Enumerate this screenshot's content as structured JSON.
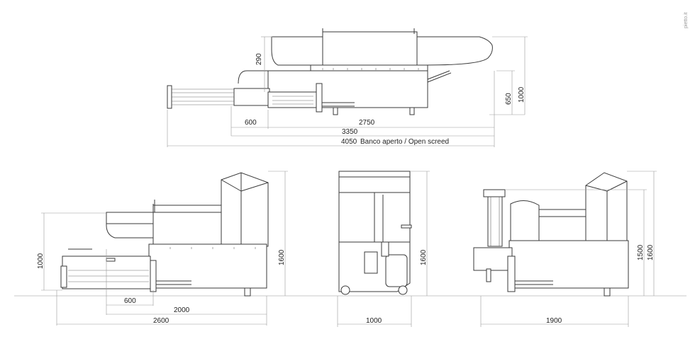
{
  "credit": "pietto.it",
  "top_view": {
    "dim_290": "290",
    "dim_650": "650",
    "dim_1000": "1000",
    "dim_600": "600",
    "dim_2750": "2750",
    "dim_3350": "3350",
    "dim_4050": "4050",
    "dim_4050_note": "Banco aperto / Open screed"
  },
  "side_view": {
    "dim_1000": "1000",
    "dim_1600": "1600",
    "dim_600": "600",
    "dim_2000": "2000",
    "dim_2600": "2600"
  },
  "front_view": {
    "dim_1600": "1600",
    "dim_1000": "1000"
  },
  "rear_view": {
    "dim_1500": "1500",
    "dim_1600": "1600",
    "dim_1900": "1900"
  }
}
